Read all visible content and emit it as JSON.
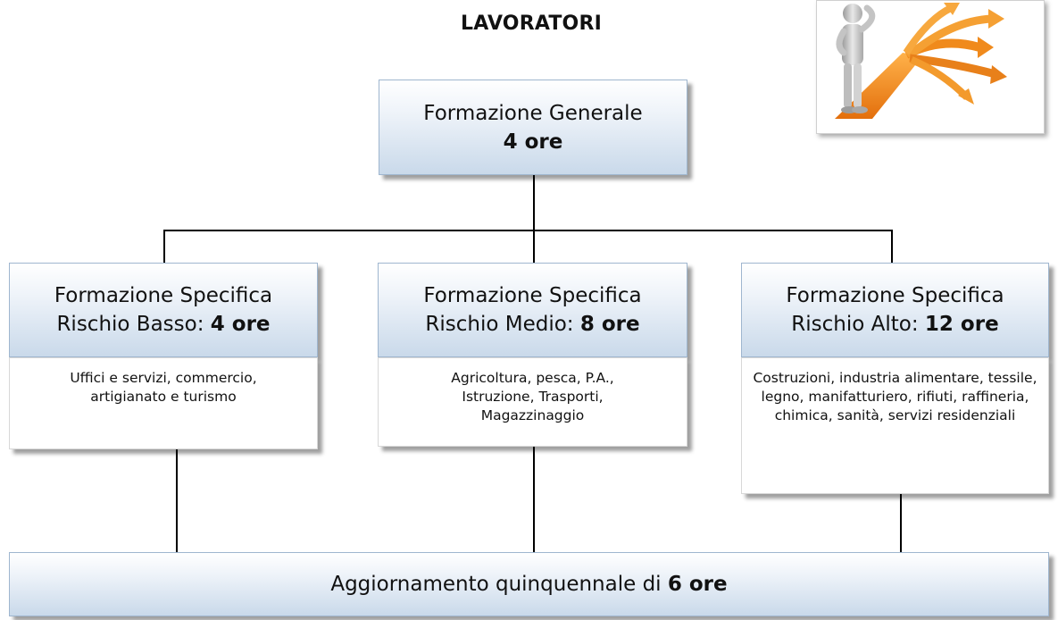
{
  "title": "LAVORATORI",
  "general": {
    "line1": "Formazione Generale",
    "line2": "4 ore"
  },
  "specific": [
    {
      "heading": "Formazione Specifica",
      "risk_label": "Rischio Basso: ",
      "hours": "4 ore",
      "sectors": "Uffici e servizi, commercio, artigianato e turismo"
    },
    {
      "heading": "Formazione Specifica",
      "risk_label": "Rischio Medio: ",
      "hours": "8 ore",
      "sectors": "Agricoltura, pesca, P.A., Istruzione, Trasporti, Magazzinaggio"
    },
    {
      "heading": "Formazione Specifica",
      "risk_label": "Rischio Alto: ",
      "hours": "12 ore",
      "sectors": "Costruzioni, industria alimentare, tessile, legno, manifatturiero, rifiuti, raffineria, chimica, sanità, servizi residenziali"
    }
  ],
  "update": {
    "label": "Aggiornamento quinquennale di ",
    "hours": "6 ore"
  },
  "illustration": {
    "icon": "person-at-crossroads-arrows-icon",
    "accent": "#f08a1c"
  }
}
